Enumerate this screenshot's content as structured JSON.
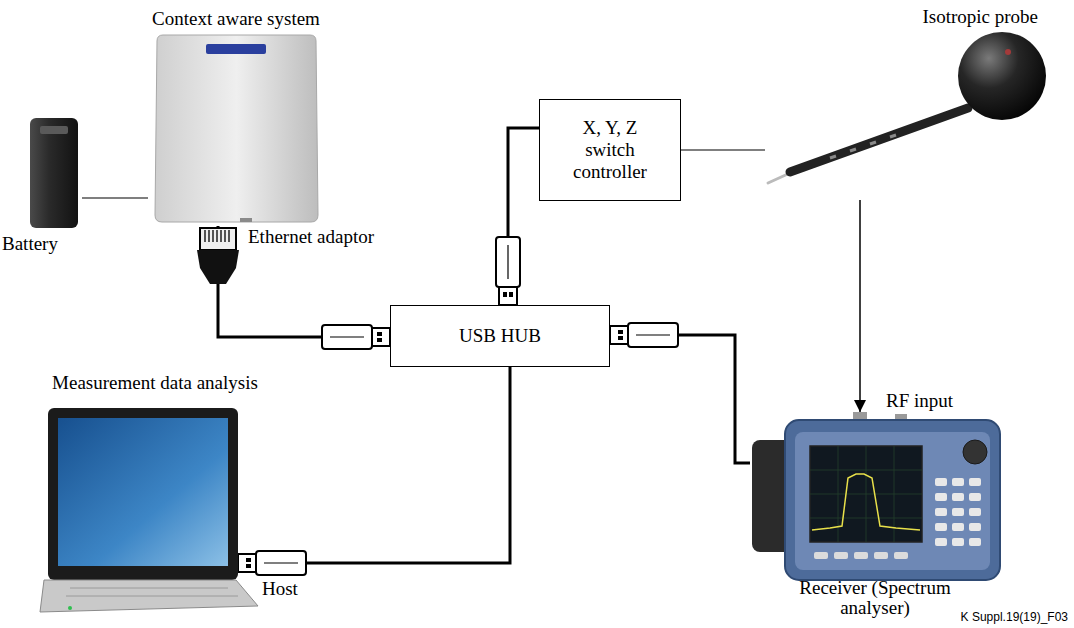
{
  "diagram": {
    "nodes": [
      {
        "text": [
          "Context aware system"
        ]
      },
      {
        "text": [
          "Isotropic probe"
        ]
      },
      {
        "text": [
          "X, Y, Z switch controller"
        ]
      },
      {
        "text": [
          "Battery"
        ]
      },
      {
        "text": [
          "USB HUB"
        ]
      },
      {
        "text": [
          "Measurement data analysis"
        ]
      },
      {
        "text": [
          "Receiver (Spectrum analyser)"
        ]
      }
    ],
    "edges": [
      {
        "from": 3,
        "to": 0,
        "arrow": "none"
      },
      {
        "from": 0,
        "to": 4,
        "arrow": "none"
      },
      {
        "from": 4,
        "to": 2,
        "arrow": "none"
      },
      {
        "from": 2,
        "to": 1,
        "arrow": "none"
      },
      {
        "from": 1,
        "to": 6,
        "arrow": "to"
      },
      {
        "from": 4,
        "to": 6,
        "arrow": "none"
      },
      {
        "from": 5,
        "to": 4,
        "arrow": "none"
      }
    ],
    "labels": [
      "Ethernet adaptor",
      "RF input",
      "Host",
      "K Suppl.19(19)_F03"
    ]
  }
}
